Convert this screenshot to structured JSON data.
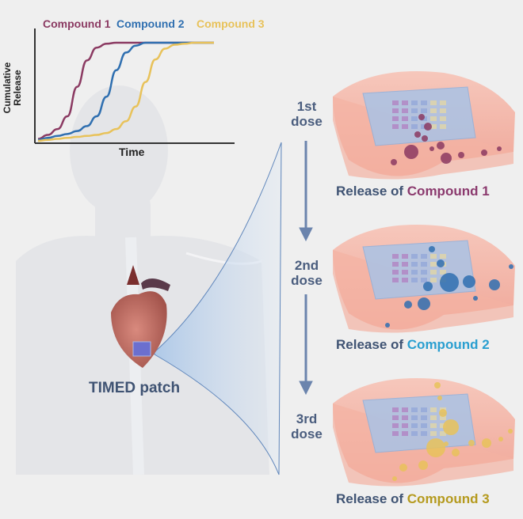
{
  "chart_data": {
    "type": "line",
    "title": "",
    "xlabel": "Time",
    "ylabel": "Cumulative Release",
    "xlim": [
      0,
      10
    ],
    "ylim": [
      0,
      1
    ],
    "grid": false,
    "legend_placement": "top",
    "x": [
      0,
      0.5,
      1,
      1.5,
      2,
      2.5,
      3,
      3.5,
      4,
      4.5,
      5,
      5.5,
      6,
      6.5,
      7,
      7.5,
      8,
      8.5,
      9
    ],
    "series": [
      {
        "name": "Compound 1",
        "color": "#8b3a62",
        "values": [
          0.02,
          0.06,
          0.12,
          0.25,
          0.55,
          0.82,
          0.95,
          0.99,
          1,
          1,
          1,
          1,
          1,
          1,
          1,
          1,
          1,
          1,
          1
        ]
      },
      {
        "name": "Compound 2",
        "color": "#2f6fb0",
        "values": [
          0.01,
          0.03,
          0.05,
          0.07,
          0.1,
          0.15,
          0.25,
          0.45,
          0.72,
          0.9,
          0.97,
          1,
          1,
          1,
          1,
          1,
          1,
          1,
          1
        ]
      },
      {
        "name": "Compound 3",
        "color": "#e8c25a",
        "values": [
          0.0,
          0.01,
          0.02,
          0.03,
          0.04,
          0.05,
          0.06,
          0.08,
          0.12,
          0.2,
          0.35,
          0.6,
          0.83,
          0.94,
          0.98,
          0.99,
          1,
          1,
          1
        ]
      }
    ]
  },
  "diagram": {
    "patch_label": "TIMED patch",
    "doses": [
      {
        "ordinal": "1st",
        "word": "dose",
        "release_prefix": "Release of",
        "compound": "Compound 1",
        "color": "#8b3a6e"
      },
      {
        "ordinal": "2nd",
        "word": "dose",
        "release_prefix": "Release of",
        "compound": "Compound 2",
        "color": "#2a9fd0"
      },
      {
        "ordinal": "3rd",
        "word": "dose",
        "release_prefix": "Release of",
        "compound": "Compound 3",
        "color": "#b59a1e"
      }
    ],
    "colors": {
      "arrow": "#6b84ad",
      "text": "#3f5373",
      "skin": "#f4b4a6",
      "patch": "#a9c3e6"
    }
  }
}
